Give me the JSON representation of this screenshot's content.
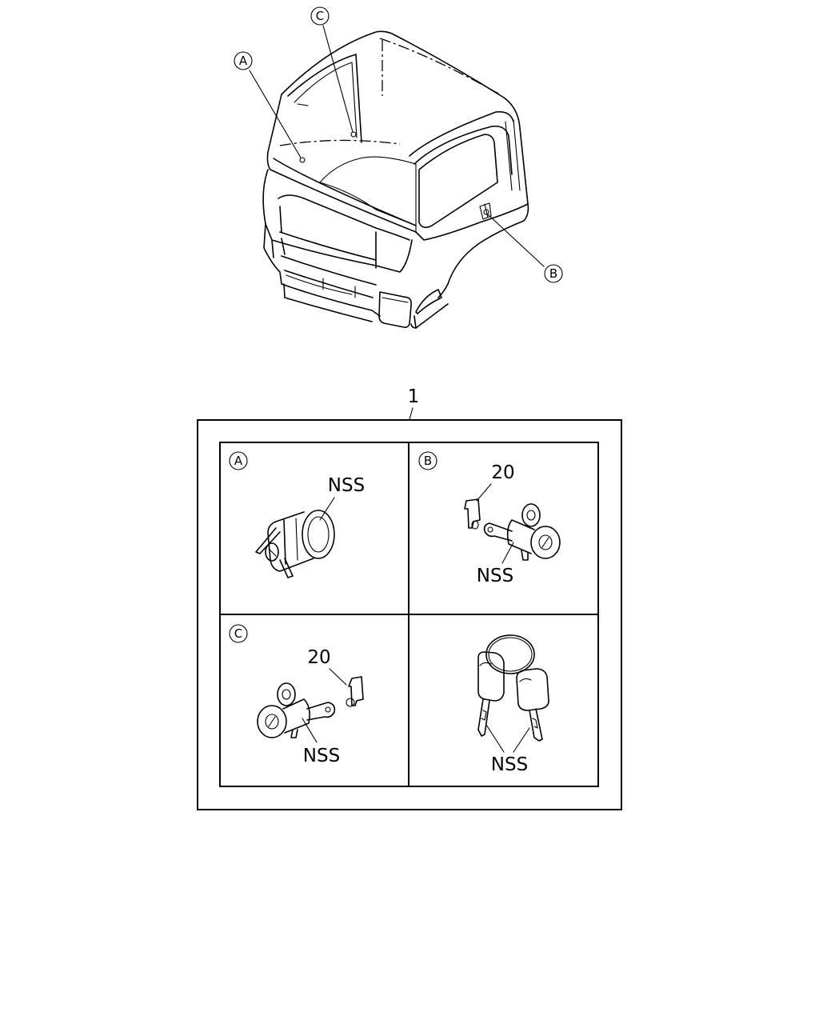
{
  "callouts": {
    "a": "A",
    "b": "B",
    "c": "C"
  },
  "item_number": "1",
  "panels": {
    "a": {
      "letter": "A",
      "part_label": "NSS"
    },
    "b": {
      "letter": "B",
      "ref_number": "20",
      "part_label": "NSS"
    },
    "c": {
      "letter": "C",
      "ref_number": "20",
      "part_label": "NSS"
    },
    "d": {
      "part_label": "NSS"
    }
  }
}
